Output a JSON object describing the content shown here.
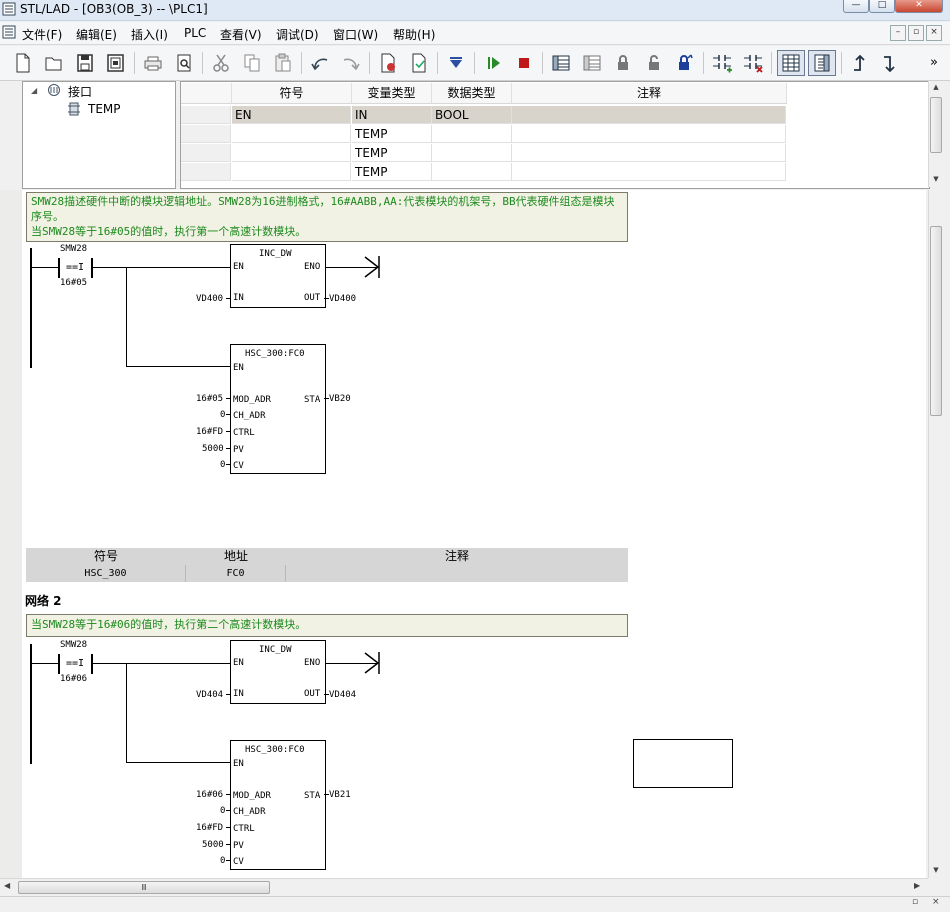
{
  "window": {
    "title": "STL/LAD - [OB3(OB_3) -- \\PLC1]",
    "controls": {
      "minimize": "—",
      "maximize": "□",
      "close": "✕"
    },
    "mdi_controls": {
      "minimize": "–",
      "restore": "▫",
      "close": "×"
    }
  },
  "menu": [
    "文件(F)",
    "编辑(E)",
    "插入(I)",
    "PLC",
    "查看(V)",
    "调试(D)",
    "窗口(W)",
    "帮助(H)"
  ],
  "toolbar": {
    "more": "»",
    "icons": [
      "new-icon",
      "open-icon",
      "save-icon",
      "save-all-icon",
      "print-icon",
      "print-preview-icon",
      "cut-icon",
      "copy-icon",
      "paste-icon",
      "undo-icon",
      "redo-icon",
      "download-icon",
      "compare-icon",
      "load-icon",
      "run-icon",
      "stop-icon",
      "monitor-icon",
      "monitor-off-icon",
      "lock-icon",
      "unlock-icon",
      "access-icon",
      "insert-network-icon",
      "delete-network-icon",
      "overview-icon",
      "details-icon",
      "up-icon",
      "down-icon"
    ]
  },
  "interface": {
    "root": "接口",
    "child": "TEMP"
  },
  "declaration": {
    "headers": [
      "符号",
      "变量类型",
      "数据类型",
      "注释"
    ],
    "rows": [
      {
        "symbol": "EN",
        "var_type": "IN",
        "data_type": "BOOL",
        "comment": ""
      },
      {
        "symbol": "",
        "var_type": "TEMP",
        "data_type": "",
        "comment": ""
      },
      {
        "symbol": "",
        "var_type": "TEMP",
        "data_type": "",
        "comment": ""
      },
      {
        "symbol": "",
        "var_type": "TEMP",
        "data_type": "",
        "comment": ""
      }
    ]
  },
  "network1": {
    "comment": "SMW28描述硬件中断的模块逻辑地址。SMW28为16进制格式，16#AABB,AA:代表模块的机架号，BB代表硬件组态是模块序号。\n当SMW28等于16#05的值时，执行第一个高速计数模块。",
    "contact": {
      "operand": "SMW28",
      "op": "==I",
      "value": "16#05"
    },
    "inc": {
      "title": "INC_DW",
      "en": "EN",
      "eno": "ENO",
      "in": "IN",
      "out": "OUT",
      "in_val": "VD400",
      "out_val": "VD400"
    },
    "hsc": {
      "title": "HSC_300:FC0",
      "en": "EN",
      "sta": "STA",
      "sta_val": "VB20",
      "params": [
        {
          "name": "MOD_ADR",
          "value": "16#05"
        },
        {
          "name": "CH_ADR",
          "value": "0"
        },
        {
          "name": "CTRL",
          "value": "16#FD"
        },
        {
          "name": "PV",
          "value": "5000"
        },
        {
          "name": "CV",
          "value": "0"
        }
      ]
    }
  },
  "symbol_table": {
    "headers": [
      "符号",
      "地址",
      "注释"
    ],
    "row": [
      "HSC_300",
      "FC0",
      ""
    ]
  },
  "network2": {
    "title": "网络 2",
    "comment": "当SMW28等于16#06的值时，执行第二个高速计数模块。",
    "contact": {
      "operand": "SMW28",
      "op": "==I",
      "value": "16#06"
    },
    "inc": {
      "title": "INC_DW",
      "en": "EN",
      "eno": "ENO",
      "in": "IN",
      "out": "OUT",
      "in_val": "VD404",
      "out_val": "VD404"
    },
    "hsc": {
      "title": "HSC_300:FC0",
      "en": "EN",
      "sta": "STA",
      "sta_val": "VB21",
      "params": [
        {
          "name": "MOD_ADR",
          "value": "16#06"
        },
        {
          "name": "CH_ADR",
          "value": "0"
        },
        {
          "name": "CTRL",
          "value": "16#FD"
        },
        {
          "name": "PV",
          "value": "5000"
        },
        {
          "name": "CV",
          "value": "0"
        }
      ]
    }
  },
  "scroll": {
    "thumb_grip": "Ⅲ",
    "up": "▲",
    "down": "▼",
    "left": "◀",
    "right": "▶"
  }
}
